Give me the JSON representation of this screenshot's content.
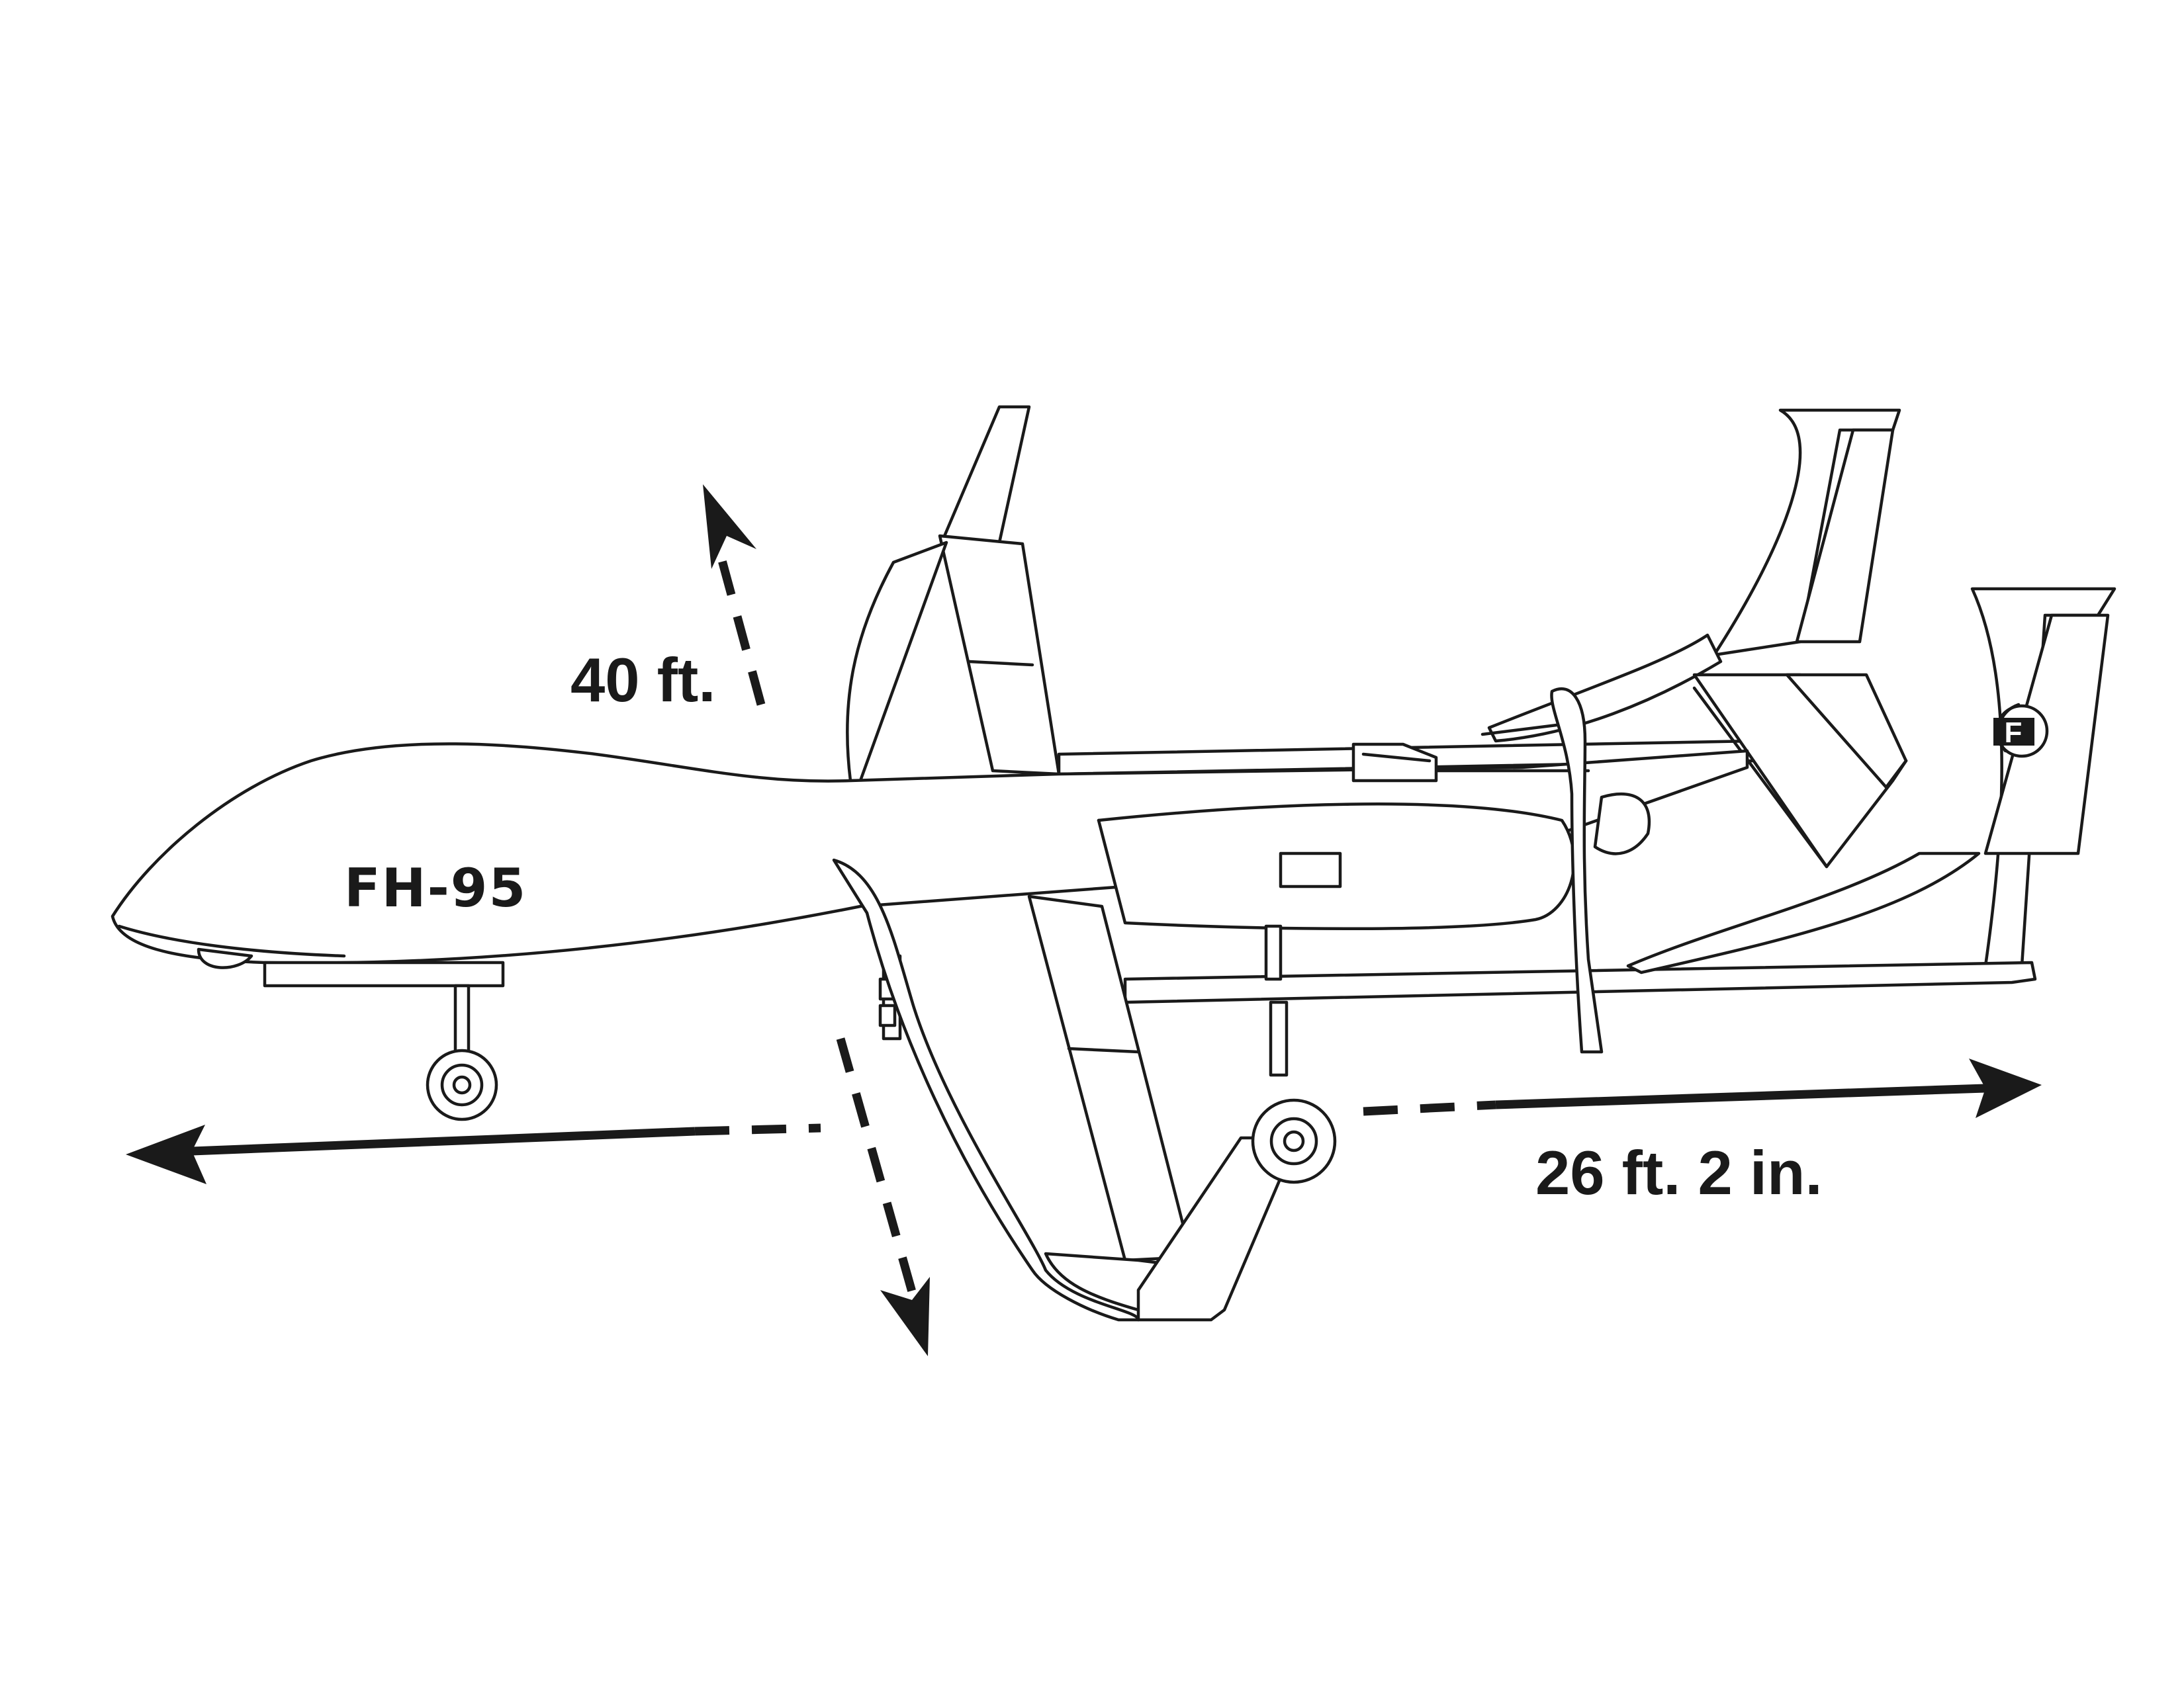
{
  "diagram": {
    "aircraft_marking": "FH-95",
    "dimensions": {
      "wingspan": "40 ft.",
      "length": "26 ft. 2 in."
    },
    "logo_letter": "F"
  }
}
